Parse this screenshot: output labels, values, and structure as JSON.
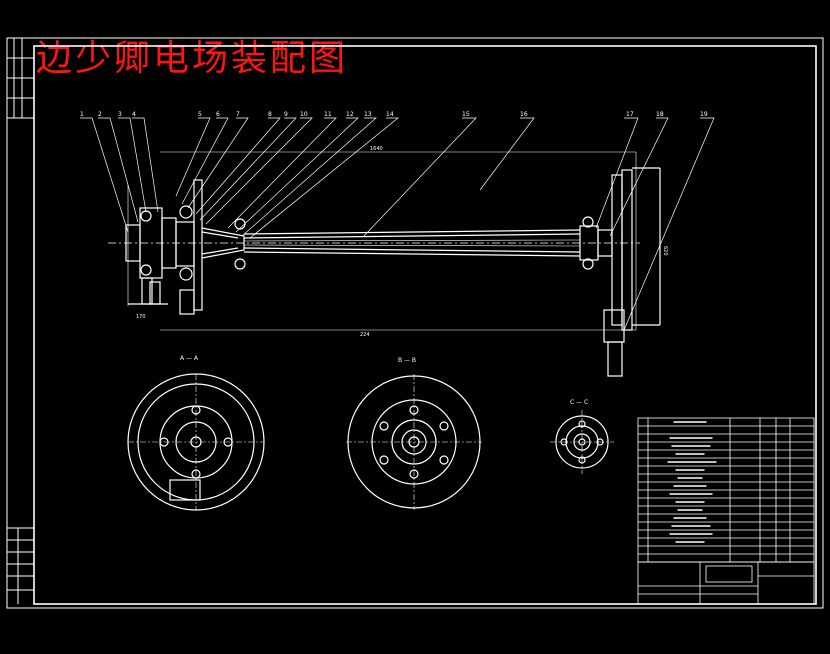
{
  "title": "边少卿电场装配图",
  "callouts": [
    "1",
    "2",
    "3",
    "4",
    "5",
    "6",
    "7",
    "8",
    "9",
    "10",
    "11",
    "12",
    "13",
    "14",
    "15",
    "16",
    "17",
    "18",
    "19"
  ],
  "dimensions": {
    "overall_length": "1640",
    "inner_length": "224",
    "height": "620",
    "left_width": "170"
  },
  "section_labels": {
    "a": "A — A",
    "b": "B — B",
    "c": "C — C"
  },
  "colors": {
    "title": "#ff1414",
    "lines": "#ffffff",
    "background": "#000000"
  }
}
